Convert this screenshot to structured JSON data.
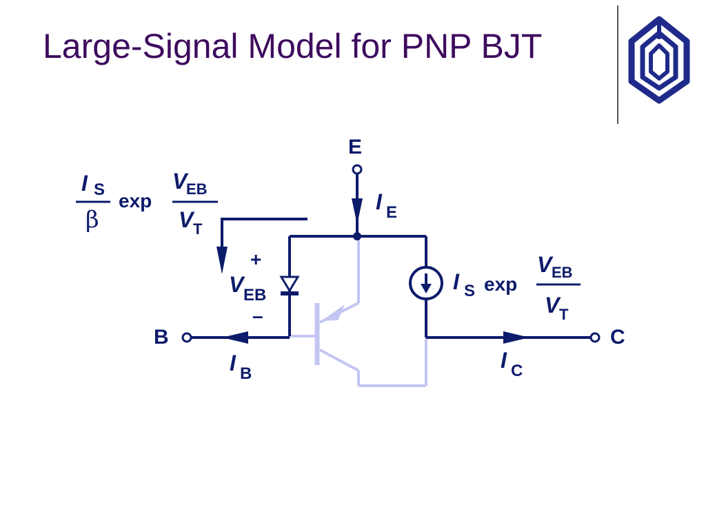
{
  "slide": {
    "title": "Large-Signal Model for PNP BJT",
    "title_color": "#3d0b5e"
  },
  "logo": {
    "name": "university-logo",
    "color": "#1f2a8a"
  },
  "colors": {
    "wire": "#0d1b6b",
    "transistor_ghost": "#c3c6f2"
  },
  "terminals": {
    "emitter": "E",
    "base": "B",
    "collector": "C"
  },
  "currents": {
    "emitter": {
      "symbol": "I",
      "sub": "E"
    },
    "base": {
      "symbol": "I",
      "sub": "B"
    },
    "collector": {
      "symbol": "I",
      "sub": "C"
    }
  },
  "diode_voltage": {
    "plus": "+",
    "symbol": "V",
    "sub": "EB",
    "minus": "–"
  },
  "base_source_expr": {
    "num_symbol": "I",
    "num_sub": "S",
    "den_symbol": "β",
    "func": "exp",
    "frac_num_symbol": "V",
    "frac_num_sub": "EB",
    "frac_den_symbol": "V",
    "frac_den_sub": "T"
  },
  "collector_source_expr": {
    "symbol": "I",
    "sub": "S",
    "func": "exp",
    "frac_num_symbol": "V",
    "frac_num_sub": "EB",
    "frac_den_symbol": "V",
    "frac_den_sub": "T"
  }
}
